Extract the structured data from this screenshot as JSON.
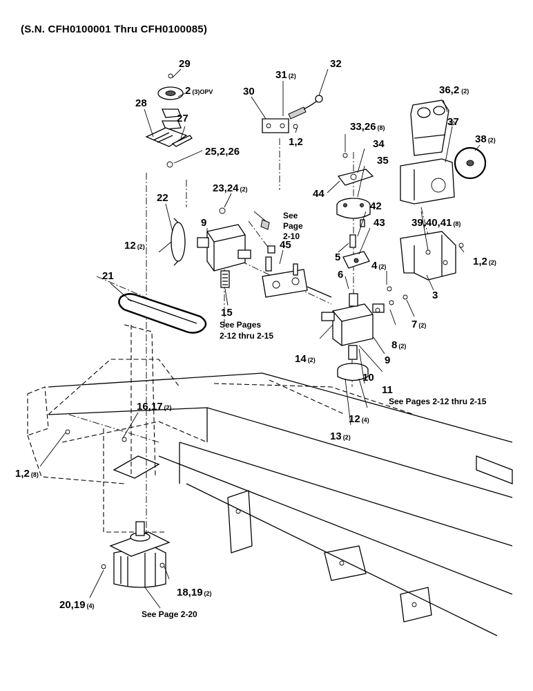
{
  "header": {
    "serial_range": "(S.N. CFH0100001 Thru CFH0100085)"
  },
  "callouts": [
    {
      "id": "c29",
      "label": "29",
      "qty": ""
    },
    {
      "id": "c2opv",
      "label": "2",
      "qty": "(3)OPV"
    },
    {
      "id": "c28",
      "label": "28",
      "qty": ""
    },
    {
      "id": "c27",
      "label": "27",
      "qty": ""
    },
    {
      "id": "c25",
      "label": "25,2,26",
      "qty": ""
    },
    {
      "id": "c30",
      "label": "30",
      "qty": ""
    },
    {
      "id": "c31",
      "label": "31",
      "qty": "(2)"
    },
    {
      "id": "c32",
      "label": "32",
      "qty": ""
    },
    {
      "id": "c12a",
      "label": "1,2",
      "qty": ""
    },
    {
      "id": "c36",
      "label": "36,2",
      "qty": "(2)"
    },
    {
      "id": "c37",
      "label": "37",
      "qty": ""
    },
    {
      "id": "c38",
      "label": "38",
      "qty": "(2)"
    },
    {
      "id": "c33",
      "label": "33,26",
      "qty": "(8)"
    },
    {
      "id": "c34",
      "label": "34",
      "qty": ""
    },
    {
      "id": "c35",
      "label": "35",
      "qty": ""
    },
    {
      "id": "c44",
      "label": "44",
      "qty": ""
    },
    {
      "id": "c42",
      "label": "42",
      "qty": ""
    },
    {
      "id": "c43",
      "label": "43",
      "qty": ""
    },
    {
      "id": "c39",
      "label": "39,40,41",
      "qty": "(8)"
    },
    {
      "id": "c5",
      "label": "5",
      "qty": ""
    },
    {
      "id": "c4",
      "label": "4",
      "qty": "(2)"
    },
    {
      "id": "c12b",
      "label": "1,2",
      "qty": "(2)"
    },
    {
      "id": "c6",
      "label": "6",
      "qty": ""
    },
    {
      "id": "c3",
      "label": "3",
      "qty": ""
    },
    {
      "id": "c7",
      "label": "7",
      "qty": "(2)"
    },
    {
      "id": "c8",
      "label": "8",
      "qty": "(2)"
    },
    {
      "id": "c9b",
      "label": "9",
      "qty": ""
    },
    {
      "id": "c10",
      "label": "10",
      "qty": ""
    },
    {
      "id": "c11",
      "label": "11",
      "qty": ""
    },
    {
      "id": "c14",
      "label": "14",
      "qty": "(2)"
    },
    {
      "id": "c12c",
      "label": "12",
      "qty": "(4)"
    },
    {
      "id": "c13",
      "label": "13",
      "qty": "(2)"
    },
    {
      "id": "c22",
      "label": "22",
      "qty": ""
    },
    {
      "id": "c23",
      "label": "23,24",
      "qty": "(2)"
    },
    {
      "id": "c9a",
      "label": "9",
      "qty": ""
    },
    {
      "id": "c45",
      "label": "45",
      "qty": ""
    },
    {
      "id": "c12d",
      "label": "12",
      "qty": "(2)"
    },
    {
      "id": "c21",
      "label": "21",
      "qty": ""
    },
    {
      "id": "c15",
      "label": "15",
      "qty": ""
    },
    {
      "id": "c16",
      "label": "16,17",
      "qty": "(2)"
    },
    {
      "id": "c12e",
      "label": "1,2",
      "qty": "(8)"
    },
    {
      "id": "c20",
      "label": "20,19",
      "qty": "(4)"
    },
    {
      "id": "c18",
      "label": "18,19",
      "qty": "(2)"
    }
  ],
  "notes": {
    "see_page_210": [
      "See",
      "Page",
      "2-10"
    ],
    "see_pages_212_a": [
      "See Pages",
      "2-12 thru 2-15"
    ],
    "see_pages_212_b": "See Pages 2-12 thru 2-15",
    "see_page_220": "See Page 2-20"
  }
}
